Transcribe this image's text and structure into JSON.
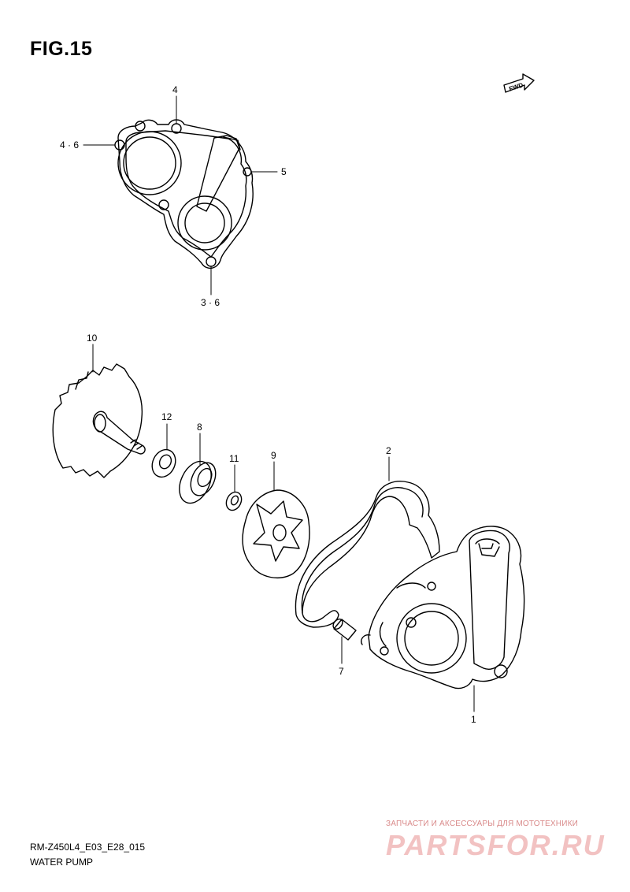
{
  "figure": {
    "title": "FIG.15",
    "fwd_label": "FWD"
  },
  "callouts": {
    "c1": "1",
    "c2": "2",
    "c3_6": "3 · 6",
    "c4": "4",
    "c4_6": "4 · 6",
    "c5": "5",
    "c7": "7",
    "c8": "8",
    "c9": "9",
    "c10": "10",
    "c11": "11",
    "c12": "12"
  },
  "footer": {
    "model_code": "RM-Z450L4_E03_E28_015",
    "section_name": "WATER PUMP"
  },
  "watermark": {
    "tagline": "ЗАПЧАСТИ И АКСЕССУАРЫ ДЛЯ МОТОТЕХНИКИ",
    "logo": "PARTSFOR.RU"
  }
}
